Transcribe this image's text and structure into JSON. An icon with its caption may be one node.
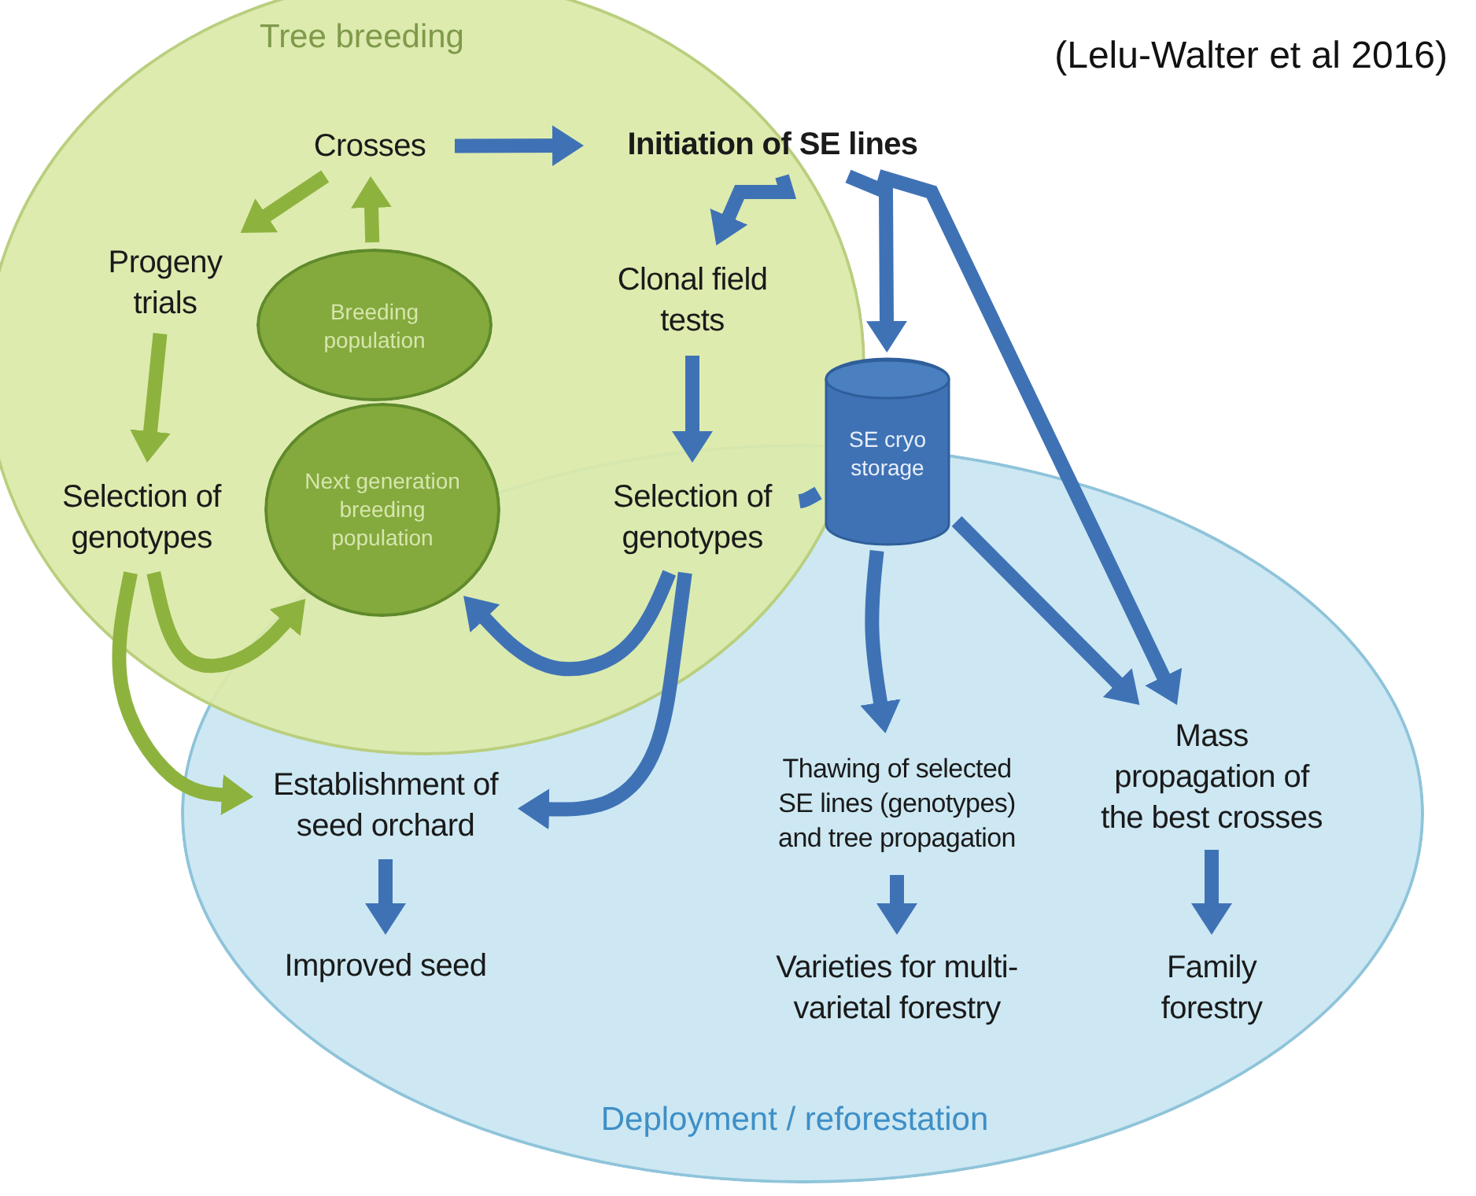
{
  "diagram": {
    "nodes": [
      {
        "text": [
          "Tree breeding"
        ]
      },
      {
        "text": [
          "Crosses"
        ],
        "in": 0
      },
      {
        "text": [
          "Initiation of SE lines"
        ]
      },
      {
        "text": [
          "Progeny trials"
        ],
        "in": 0
      },
      {
        "text": [
          "Breeding population"
        ],
        "in": 0
      },
      {
        "text": [
          "Next generation breeding population"
        ],
        "in": 0
      },
      {
        "text": [
          "Clonal field tests"
        ],
        "in": 0
      },
      {
        "text": [
          "Selection of genotypes"
        ],
        "in": 0
      },
      {
        "text": [
          "Selection of genotypes"
        ]
      },
      {
        "text": [
          "SE cryo storage"
        ]
      },
      {
        "text": [
          "Deployment / reforestation"
        ]
      },
      {
        "text": [
          "Establishment of seed orchard"
        ],
        "in": 10
      },
      {
        "text": [
          "Thawing of selected SE lines (genotypes) and tree propagation"
        ],
        "in": 10
      },
      {
        "text": [
          "Mass propagation of the best crosses"
        ],
        "in": 10
      },
      {
        "text": [
          "Improved seed"
        ],
        "in": 10
      },
      {
        "text": [
          "Varieties for multi-varietal forestry"
        ],
        "in": 10
      },
      {
        "text": [
          "Family forestry"
        ],
        "in": 10
      }
    ],
    "edges": [
      {
        "from": 1,
        "to": 3,
        "arrow": "to",
        "color": "#8db33e"
      },
      {
        "from": 4,
        "to": 1,
        "arrow": "to",
        "color": "#8db33e"
      },
      {
        "from": 3,
        "to": 7,
        "arrow": "to",
        "color": "#8db33e"
      },
      {
        "from": 1,
        "to": 2,
        "arrow": "to"
      },
      {
        "from": 2,
        "to": 6,
        "arrow": "to"
      },
      {
        "from": 2,
        "to": 9,
        "arrow": "to"
      },
      {
        "from": 2,
        "to": 13,
        "arrow": "to"
      },
      {
        "from": 6,
        "to": 8,
        "arrow": "to"
      },
      {
        "from": 9,
        "to": 12,
        "arrow": "to"
      },
      {
        "from": 9,
        "to": 13,
        "arrow": "to"
      },
      {
        "from": 8,
        "to": 9,
        "arrow": "none"
      },
      {
        "from": 8,
        "to": 11,
        "arrow": "to"
      },
      {
        "from": 8,
        "to": 5,
        "arrow": "to"
      },
      {
        "from": 7,
        "to": 11,
        "arrow": "to",
        "color": "#8db33e"
      },
      {
        "from": 7,
        "to": 5,
        "arrow": "to",
        "color": "#8db33e"
      },
      {
        "from": 11,
        "to": 14,
        "arrow": "to"
      },
      {
        "from": 12,
        "to": 15,
        "arrow": "to"
      },
      {
        "from": 13,
        "to": 16,
        "arrow": "to"
      }
    ],
    "labels": [
      "(Lelu-Walter et al 2016)"
    ]
  }
}
